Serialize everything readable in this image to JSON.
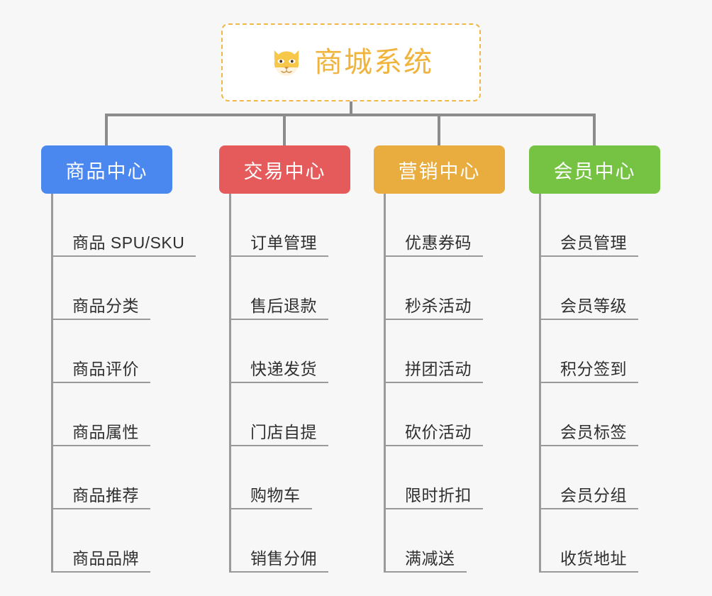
{
  "root": {
    "title": "商城系统",
    "icon": "shiba-dog-icon",
    "border_color": "#f0b84a",
    "text_color": "#f0b33c"
  },
  "page": {
    "background_color": "#f7f7f7",
    "connector_color": "#8c8c8c"
  },
  "categories": [
    {
      "label": "商品中心",
      "color": "#4a88ef",
      "items": [
        "商品 SPU/SKU",
        "商品分类",
        "商品评价",
        "商品属性",
        "商品推荐",
        "商品品牌"
      ]
    },
    {
      "label": "交易中心",
      "color": "#e55b5b",
      "items": [
        "订单管理",
        "售后退款",
        "快递发货",
        "门店自提",
        "购物车",
        "销售分佣"
      ]
    },
    {
      "label": "营销中心",
      "color": "#e9ad3f",
      "items": [
        "优惠券码",
        "秒杀活动",
        "拼团活动",
        "砍价活动",
        "限时折扣",
        "满减送"
      ]
    },
    {
      "label": "会员中心",
      "color": "#76c343",
      "items": [
        "会员管理",
        "会员等级",
        "积分签到",
        "会员标签",
        "会员分组",
        "收货地址"
      ]
    }
  ]
}
